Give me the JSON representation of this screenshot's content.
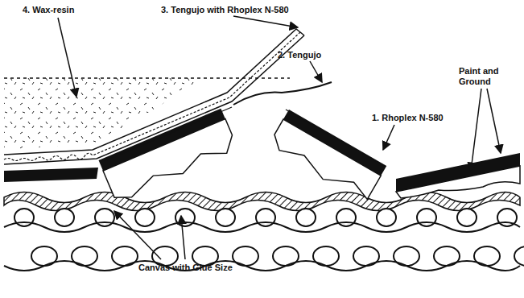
{
  "diagram": {
    "labels": [
      "4. Wax-resin",
      "3. Tengujo with Rhoplex N-580",
      "2. Tengujo",
      "1. Rhoplex N-580",
      "Paint and Ground",
      "Canvas with Glue Size"
    ]
  }
}
